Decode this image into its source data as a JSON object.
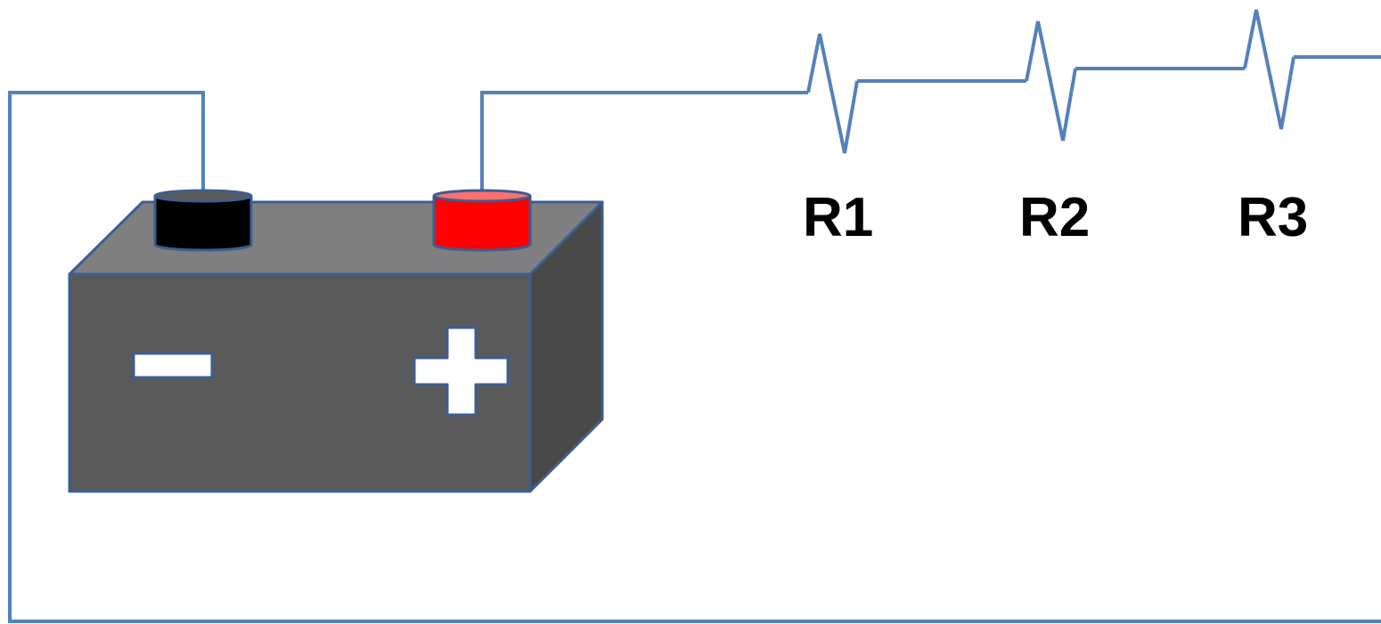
{
  "colors": {
    "wire": "#5581bb",
    "outline": "#3d5d91",
    "box_top": "#7f7f7f",
    "box_front": "#5a5a5a",
    "box_side": "#484848",
    "negative_terminal": "#000000",
    "negative_terminal_cap": "#5a5a5a",
    "positive_terminal": "#ff0000",
    "positive_terminal_cap": "#ff7070",
    "sign_fill": "#ffffff",
    "label_text": "#000000"
  },
  "battery": {
    "negative_sign": "−",
    "positive_sign": "+"
  },
  "resistors": [
    {
      "label": "R1"
    },
    {
      "label": "R2"
    },
    {
      "label": "R3"
    }
  ]
}
